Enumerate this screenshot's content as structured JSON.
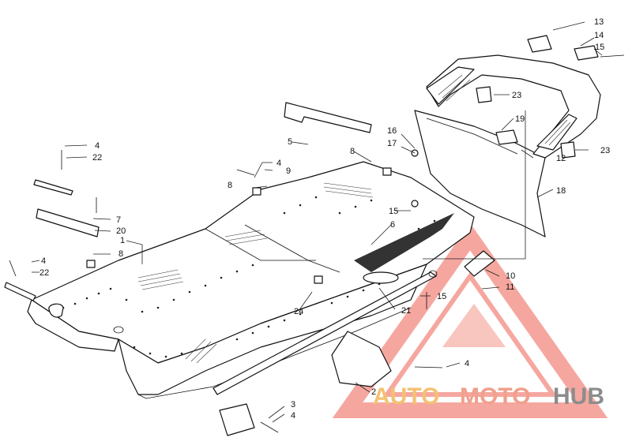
{
  "callouts": {
    "c1": "1",
    "c2": "2",
    "c3": "3",
    "c4a": "4",
    "c4b": "4",
    "c4c": "4",
    "c4d": "4",
    "c4e": "4",
    "c5": "5",
    "c6": "6",
    "c7": "7",
    "c8a": "8",
    "c8b": "8",
    "c8c": "8",
    "c9": "9",
    "c10": "10",
    "c11": "11",
    "c12": "12",
    "c13": "13",
    "c14": "14",
    "c15a": "15",
    "c15b": "15",
    "c15c": "15",
    "c16": "16",
    "c17": "17",
    "c18": "18",
    "c19": "19",
    "c20": "20",
    "c21": "21",
    "c22a": "22",
    "c22b": "22",
    "c23a": "23",
    "c23b": "23",
    "c24": "24"
  },
  "watermark": {
    "part1": "AUTO",
    "part2": "MOTO",
    "part3": "HUB",
    "colors": {
      "auto": "#f3c272",
      "moto": "#f0a08c",
      "hub": "#8c8c8c",
      "triangle": "#f28a80"
    }
  },
  "colors": {
    "line": "#111111",
    "background": "#ffffff"
  }
}
